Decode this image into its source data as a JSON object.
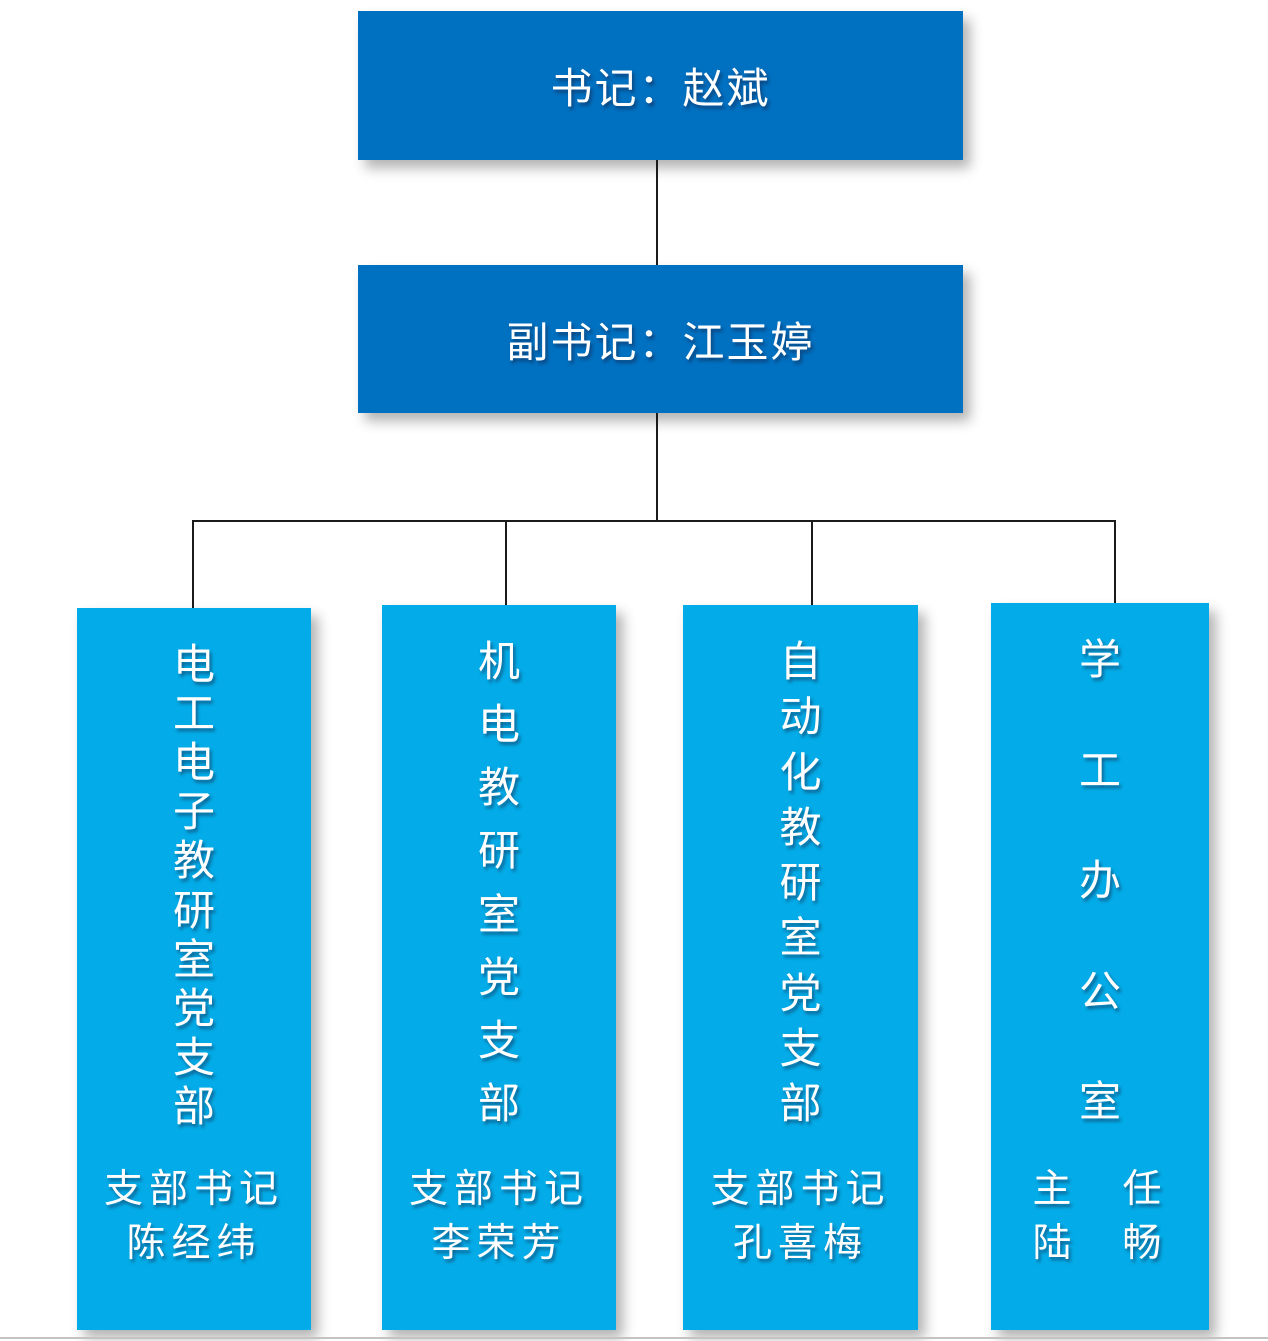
{
  "diagram": {
    "type": "org-chart",
    "nodes": {
      "secretary": {
        "label": "书记：赵斌"
      },
      "deputy_secretary": {
        "label": "副书记：江玉婷"
      }
    },
    "branches": [
      {
        "title": "电工电子教研室党支部",
        "officer_role": "支部书记",
        "officer_name": "陈经纬"
      },
      {
        "title": "机电教研室党支部",
        "officer_role": "支部书记",
        "officer_name": "李荣芳"
      },
      {
        "title": "自动化教研室党支部",
        "officer_role": "支部书记",
        "officer_name": "孔喜梅"
      },
      {
        "title": "学工办公室",
        "officer_role": "主　任",
        "officer_name": "陆　畅"
      }
    ],
    "colors": {
      "primary_box": "#0070C0",
      "branch_box": "#03ACE8",
      "connector": "#1B1B1B",
      "text": "#FFFFFF",
      "page_edge_line": "#C3C3C3"
    }
  }
}
